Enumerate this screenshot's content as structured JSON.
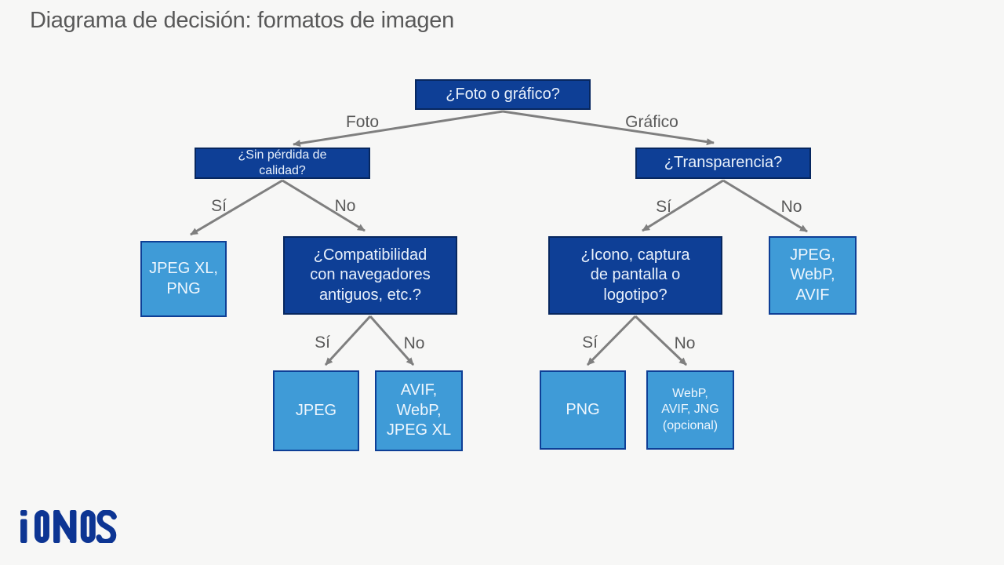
{
  "title": "Diagrama de decisión: formatos de imagen",
  "brand": {
    "logo_text": "IONOS"
  },
  "colors": {
    "background": "#f7f7f6",
    "decision_fill": "#0e3f96",
    "decision_border": "#07275f",
    "result_fill": "#3f9bd7",
    "result_border": "#0e3f96",
    "arrow": "#7f7f7f",
    "edge_label_text": "#595959",
    "node_text": "#e9f1fb",
    "logo_blue": "#0d3593"
  },
  "nodes": {
    "root": "¿Foto o gráfico?",
    "lossless": "¿Sin pérdida de\ncalidad?",
    "transparency": "¿Transparencia?",
    "jpegxl_png": "JPEG XL,\nPNG",
    "compat": "¿Compatibilidad\ncon navegadores\nantiguos, etc.?",
    "icon_q": "¿Icono, captura\nde pantalla o\nlogotipo?",
    "jpeg_webp_avif": "JPEG,\nWebP,\nAVIF",
    "jpeg": "JPEG",
    "avif_webp_jpegxl": "AVIF,\nWebP,\nJPEG XL",
    "png": "PNG",
    "webp_avif_jng": "WebP,\nAVIF, JNG\n(opcional)"
  },
  "edge_labels": {
    "foto": "Foto",
    "grafico": "Gráfico",
    "si_left": "Sí",
    "no_left": "No",
    "si_right": "Sí",
    "no_right": "No",
    "si_bottom_left": "Sí",
    "no_bottom_left": "No",
    "si_bottom_right": "Sí",
    "no_bottom_right": "No"
  }
}
